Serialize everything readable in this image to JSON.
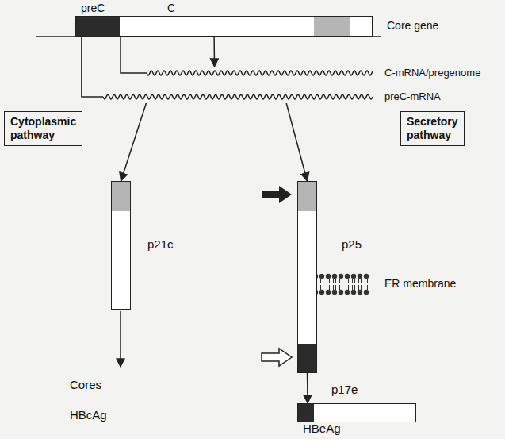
{
  "diagram": {
    "nodes": [
      {
        "text": [
          "preC",
          "C",
          "Core gene"
        ]
      },
      {
        "text": [
          "C-mRNA/pregenome"
        ]
      },
      {
        "text": [
          "preC-mRNA"
        ]
      },
      {
        "text": [
          "Cytoplasmic pathway"
        ]
      },
      {
        "text": [
          "Secretory pathway"
        ]
      },
      {
        "text": [
          "p21c"
        ]
      },
      {
        "text": [
          "p25"
        ]
      },
      {
        "text": [
          "p17e"
        ]
      }
    ],
    "edges": [
      {
        "from": 0,
        "to": 1,
        "arrow": "to"
      },
      {
        "from": 0,
        "to": 1,
        "arrow": "none"
      },
      {
        "from": 0,
        "to": 2,
        "arrow": "none"
      },
      {
        "from": 2,
        "to": 5,
        "arrow": "to"
      },
      {
        "from": 2,
        "to": 6,
        "arrow": "to"
      },
      {
        "from": 6,
        "to": 7,
        "arrow": "to"
      }
    ],
    "labels": [
      "ER membrane",
      "Cores",
      "HBcAg",
      "HBeAg"
    ]
  }
}
